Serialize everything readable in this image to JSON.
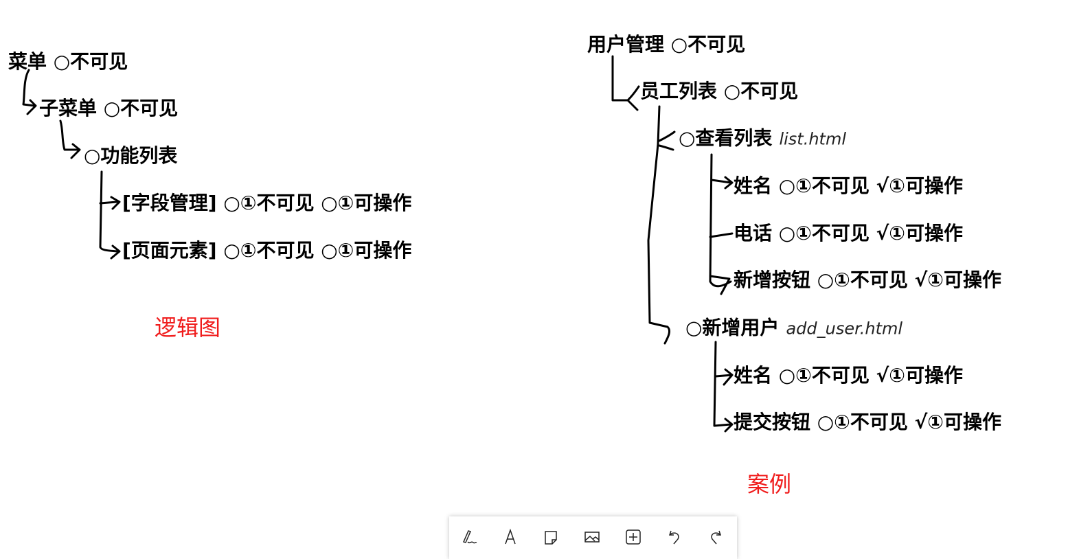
{
  "logic_diagram": {
    "caption": "逻辑图",
    "nodes": [
      "菜单  ○不可见",
      "子菜单 ○不可见",
      "○功能列表",
      "[字段管理] ○①不可见 ○①可操作",
      "[页面元素] ○①不可见 ○①可操作"
    ]
  },
  "example": {
    "caption": "案例",
    "nodes": [
      {
        "label": "用户管理  ○不可见"
      },
      {
        "label": "员工列表 ○不可见"
      },
      {
        "label": "○查看列表",
        "file": "list.html"
      },
      {
        "label": "姓名 ○①不可见 √①可操作"
      },
      {
        "label": "电话 ○①不可见 √①可操作"
      },
      {
        "label": "新增按钮 ○①不可见 √①可操作"
      },
      {
        "label": "○新增用户",
        "file": "add_user.html"
      },
      {
        "label": "姓名 ○①不可见 √①可操作"
      },
      {
        "label": "提交按钮 ○①不可见 √①可操作"
      }
    ]
  },
  "toolbar": {
    "tools": [
      "pen-icon",
      "text-icon",
      "sticky-note-icon",
      "image-icon",
      "add-icon",
      "undo-icon",
      "redo-icon"
    ]
  },
  "colors": {
    "caption": "#f01c1c",
    "ink": "#000000"
  }
}
